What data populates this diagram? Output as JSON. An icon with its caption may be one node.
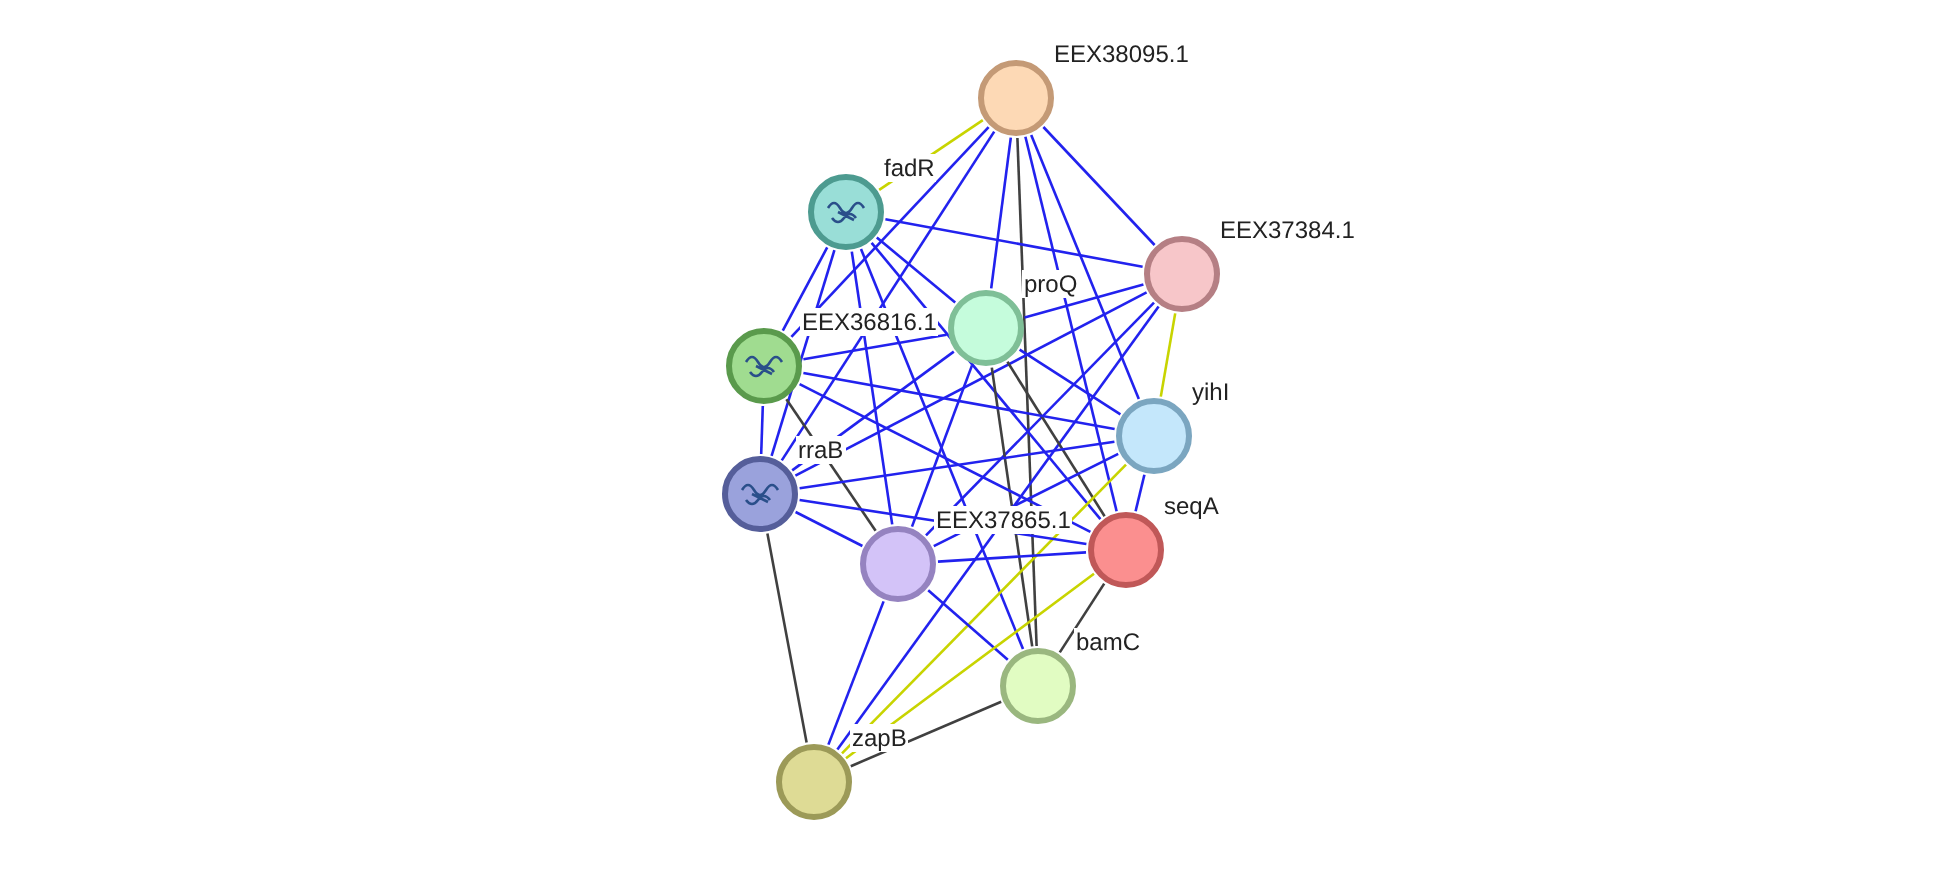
{
  "diagram": {
    "nodes": [
      {
        "text": [
          "EEX38095.1"
        ]
      },
      {
        "text": [
          "fadR"
        ]
      },
      {
        "text": [
          "EEX37384.1"
        ]
      },
      {
        "text": [
          "proQ"
        ]
      },
      {
        "text": [
          "EEX36816.1"
        ]
      },
      {
        "text": [
          "yihI"
        ]
      },
      {
        "text": [
          "rraB"
        ]
      },
      {
        "text": [
          "EEX37865.1"
        ]
      },
      {
        "text": [
          "seqA"
        ]
      },
      {
        "text": [
          "bamC"
        ]
      },
      {
        "text": [
          "zapB"
        ]
      }
    ],
    "edges": [
      {
        "from": 0,
        "to": 1,
        "arrow": "none",
        "color": "#c8d400"
      },
      {
        "from": 0,
        "to": 2,
        "arrow": "none"
      },
      {
        "from": 0,
        "to": 3,
        "arrow": "none"
      },
      {
        "from": 0,
        "to": 4,
        "arrow": "none"
      },
      {
        "from": 0,
        "to": 5,
        "arrow": "none"
      },
      {
        "from": 0,
        "to": 6,
        "arrow": "none"
      },
      {
        "from": 0,
        "to": 8,
        "arrow": "none"
      },
      {
        "from": 0,
        "to": 9,
        "arrow": "none",
        "color": "#404040"
      },
      {
        "from": 1,
        "to": 2,
        "arrow": "none"
      },
      {
        "from": 1,
        "to": 3,
        "arrow": "none"
      },
      {
        "from": 1,
        "to": 4,
        "arrow": "none"
      },
      {
        "from": 1,
        "to": 6,
        "arrow": "none"
      },
      {
        "from": 1,
        "to": 7,
        "arrow": "none"
      },
      {
        "from": 1,
        "to": 8,
        "arrow": "none"
      },
      {
        "from": 1,
        "to": 9,
        "arrow": "none"
      },
      {
        "from": 2,
        "to": 3,
        "arrow": "none"
      },
      {
        "from": 2,
        "to": 5,
        "arrow": "none",
        "color": "#c8d400"
      },
      {
        "from": 2,
        "to": 6,
        "arrow": "none"
      },
      {
        "from": 2,
        "to": 7,
        "arrow": "none"
      },
      {
        "from": 2,
        "to": 10,
        "arrow": "none"
      },
      {
        "from": 3,
        "to": 4,
        "arrow": "none"
      },
      {
        "from": 3,
        "to": 5,
        "arrow": "none"
      },
      {
        "from": 3,
        "to": 6,
        "arrow": "none"
      },
      {
        "from": 3,
        "to": 7,
        "arrow": "none"
      },
      {
        "from": 3,
        "to": 8,
        "arrow": "none",
        "color": "#404040"
      },
      {
        "from": 3,
        "to": 9,
        "arrow": "none",
        "color": "#404040"
      },
      {
        "from": 4,
        "to": 5,
        "arrow": "none"
      },
      {
        "from": 4,
        "to": 6,
        "arrow": "none"
      },
      {
        "from": 4,
        "to": 7,
        "arrow": "none",
        "color": "#404040"
      },
      {
        "from": 4,
        "to": 8,
        "arrow": "none"
      },
      {
        "from": 5,
        "to": 6,
        "arrow": "none"
      },
      {
        "from": 5,
        "to": 7,
        "arrow": "none"
      },
      {
        "from": 5,
        "to": 8,
        "arrow": "none"
      },
      {
        "from": 5,
        "to": 10,
        "arrow": "none",
        "color": "#c8d400"
      },
      {
        "from": 6,
        "to": 7,
        "arrow": "none"
      },
      {
        "from": 6,
        "to": 8,
        "arrow": "none"
      },
      {
        "from": 6,
        "to": 10,
        "arrow": "none",
        "color": "#404040"
      },
      {
        "from": 7,
        "to": 8,
        "arrow": "none"
      },
      {
        "from": 7,
        "to": 9,
        "arrow": "none"
      },
      {
        "from": 7,
        "to": 10,
        "arrow": "none"
      },
      {
        "from": 8,
        "to": 9,
        "arrow": "none",
        "color": "#404040"
      },
      {
        "from": 8,
        "to": 10,
        "arrow": "none",
        "color": "#c8d400"
      },
      {
        "from": 9,
        "to": 10,
        "arrow": "none",
        "color": "#404040"
      }
    ]
  }
}
